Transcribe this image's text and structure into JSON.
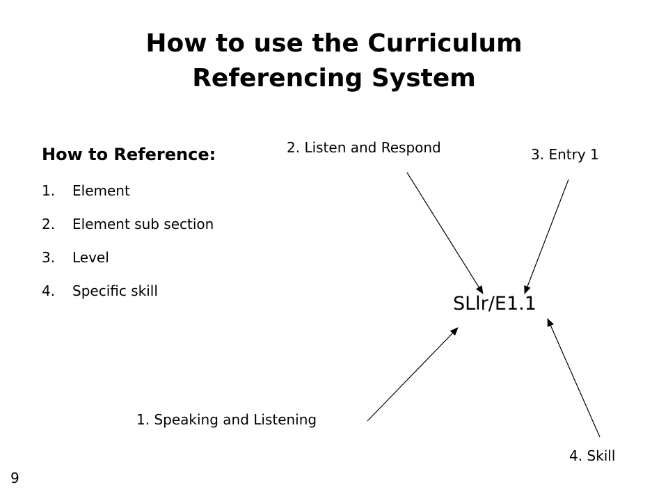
{
  "title_lines": [
    "How to use the Curriculum",
    "Referencing System"
  ],
  "reference": {
    "heading": "How to Reference:",
    "items": [
      {
        "num": "1.",
        "text": "Element"
      },
      {
        "num": "2.",
        "text": "Element sub section"
      },
      {
        "num": "3.",
        "text": "Level"
      },
      {
        "num": "4.",
        "text": "Specific skill"
      }
    ]
  },
  "diagram": {
    "code": "SLlr/E1.1",
    "labels": {
      "speaking": "1. Speaking and Listening",
      "listen": "2. Listen and Respond",
      "entry": "3. Entry 1",
      "skill": "4. Skill"
    }
  },
  "page_number": "9"
}
